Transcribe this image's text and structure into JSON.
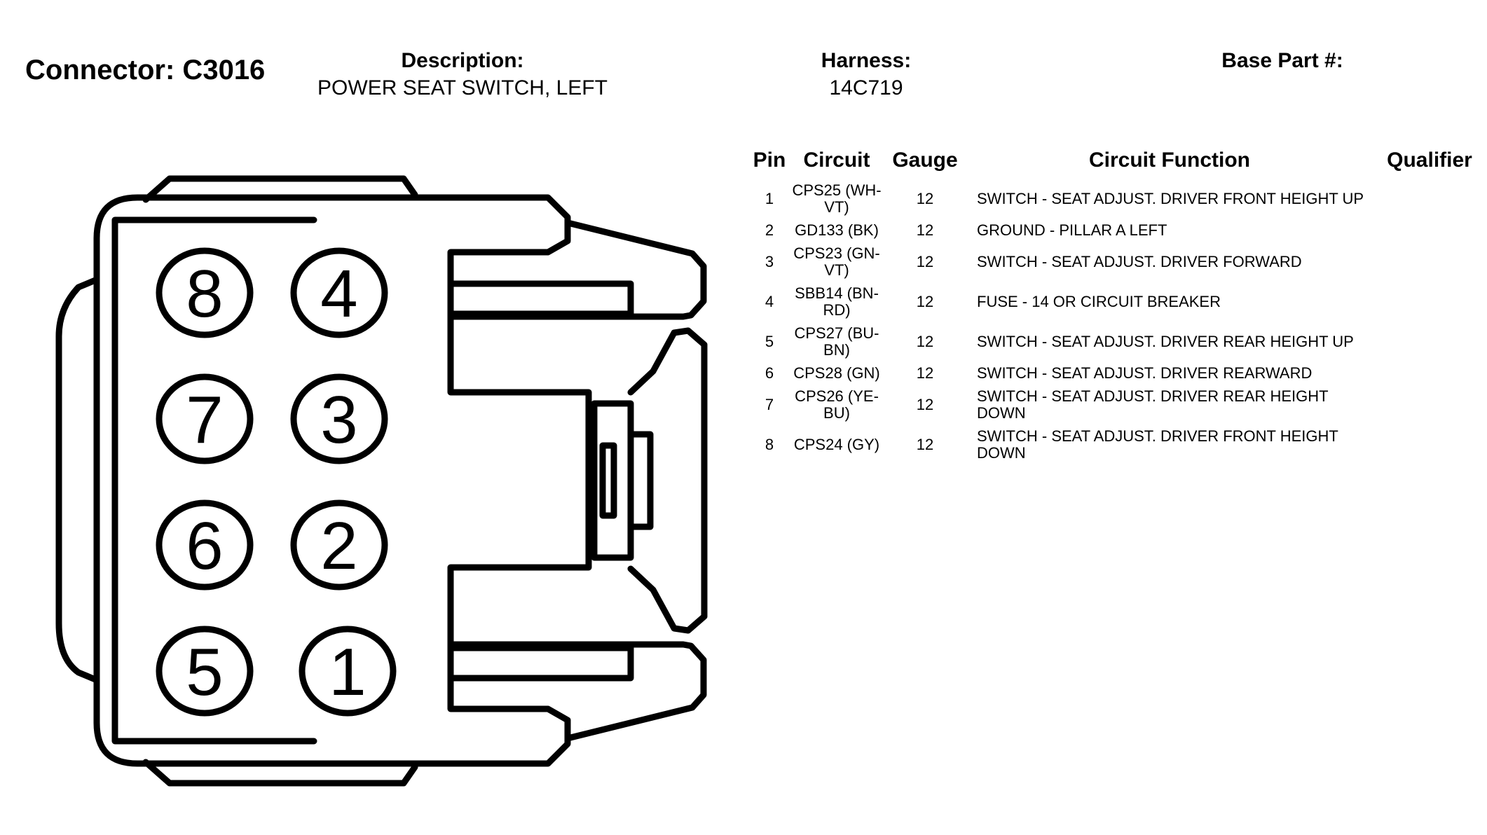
{
  "header": {
    "connector_label": "Connector: C3016",
    "description_label": "Description:",
    "description_value": "POWER SEAT SWITCH, LEFT",
    "harness_label": "Harness:",
    "harness_value": "14C719",
    "base_part_label": "Base Part #:"
  },
  "diagram": {
    "pins": [
      {
        "label": "8"
      },
      {
        "label": "4"
      },
      {
        "label": "7"
      },
      {
        "label": "3"
      },
      {
        "label": "6"
      },
      {
        "label": "2"
      },
      {
        "label": "5"
      },
      {
        "label": "1"
      }
    ]
  },
  "table": {
    "columns": [
      "Pin",
      "Circuit",
      "Gauge",
      "Circuit Function",
      "Qualifier"
    ],
    "rows": [
      {
        "pin": "1",
        "circuit": "CPS25 (WH-VT)",
        "gauge": "12",
        "function": "SWITCH - SEAT ADJUST. DRIVER FRONT HEIGHT UP",
        "qualifier": ""
      },
      {
        "pin": "2",
        "circuit": "GD133 (BK)",
        "gauge": "12",
        "function": "GROUND - PILLAR A LEFT",
        "qualifier": ""
      },
      {
        "pin": "3",
        "circuit": "CPS23 (GN-VT)",
        "gauge": "12",
        "function": "SWITCH - SEAT ADJUST. DRIVER FORWARD",
        "qualifier": ""
      },
      {
        "pin": "4",
        "circuit": "SBB14 (BN-RD)",
        "gauge": "12",
        "function": "FUSE - 14 OR CIRCUIT BREAKER",
        "qualifier": ""
      },
      {
        "pin": "5",
        "circuit": "CPS27 (BU-BN)",
        "gauge": "12",
        "function": "SWITCH - SEAT ADJUST. DRIVER REAR HEIGHT UP",
        "qualifier": ""
      },
      {
        "pin": "6",
        "circuit": "CPS28 (GN)",
        "gauge": "12",
        "function": "SWITCH - SEAT ADJUST. DRIVER REARWARD",
        "qualifier": ""
      },
      {
        "pin": "7",
        "circuit": "CPS26 (YE-BU)",
        "gauge": "12",
        "function": "SWITCH - SEAT ADJUST. DRIVER REAR HEIGHT DOWN",
        "qualifier": ""
      },
      {
        "pin": "8",
        "circuit": "CPS24 (GY)",
        "gauge": "12",
        "function": "SWITCH - SEAT ADJUST. DRIVER FRONT HEIGHT DOWN",
        "qualifier": ""
      }
    ]
  }
}
